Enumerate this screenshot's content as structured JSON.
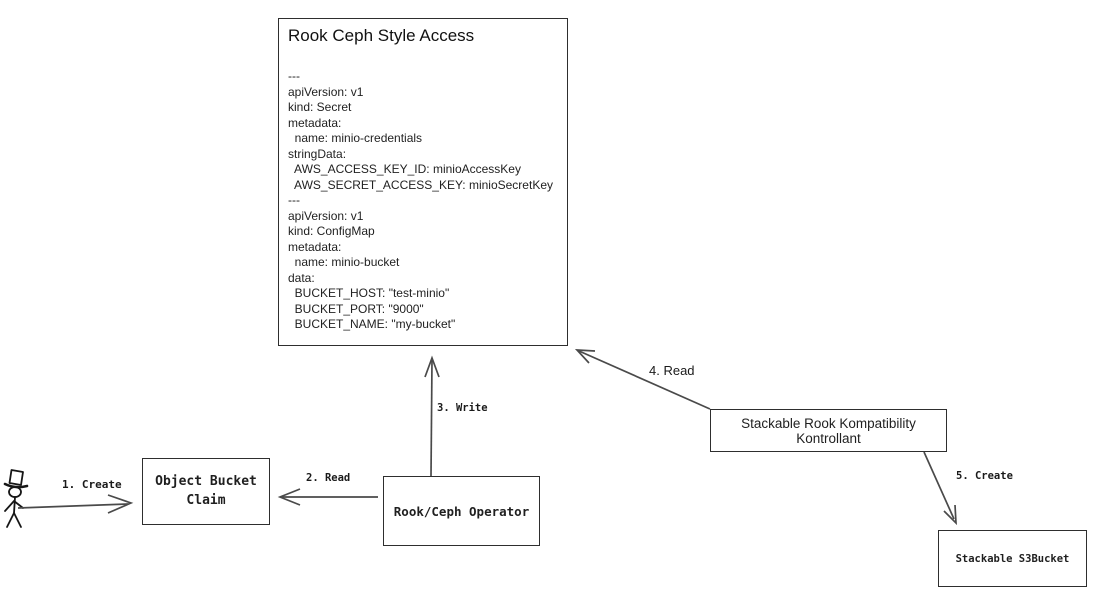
{
  "main_box": {
    "title": "Rook Ceph Style Access",
    "yaml_lines": [
      "---",
      "apiVersion: v1",
      "kind: Secret",
      "metadata:",
      "  name: minio-credentials",
      "stringData:",
      "  AWS_ACCESS_KEY_ID: minioAccessKey",
      "  AWS_SECRET_ACCESS_KEY: minioSecretKey",
      "---",
      "apiVersion: v1",
      "kind: ConfigMap",
      "metadata:",
      "  name: minio-bucket",
      "data:",
      "  BUCKET_HOST: \"test-minio\"",
      "  BUCKET_PORT: \"9000\"",
      "  BUCKET_NAME: \"my-bucket\""
    ]
  },
  "nodes": {
    "object_bucket_claim": "Object Bucket\nClaim",
    "rook_ceph_operator": "Rook/Ceph Operator",
    "stackable_kontrollant": "Stackable Rook Kompatibility Kontrollant",
    "stackable_s3bucket": "Stackable S3Bucket"
  },
  "edges": {
    "e1": "1. Create",
    "e2": "2. Read",
    "e3": "3. Write",
    "e4": "4. Read",
    "e5": "5. Create"
  },
  "colors": {
    "ink": "#1f1f1f",
    "line": "#4a4a4a",
    "background": "#ffffff"
  }
}
